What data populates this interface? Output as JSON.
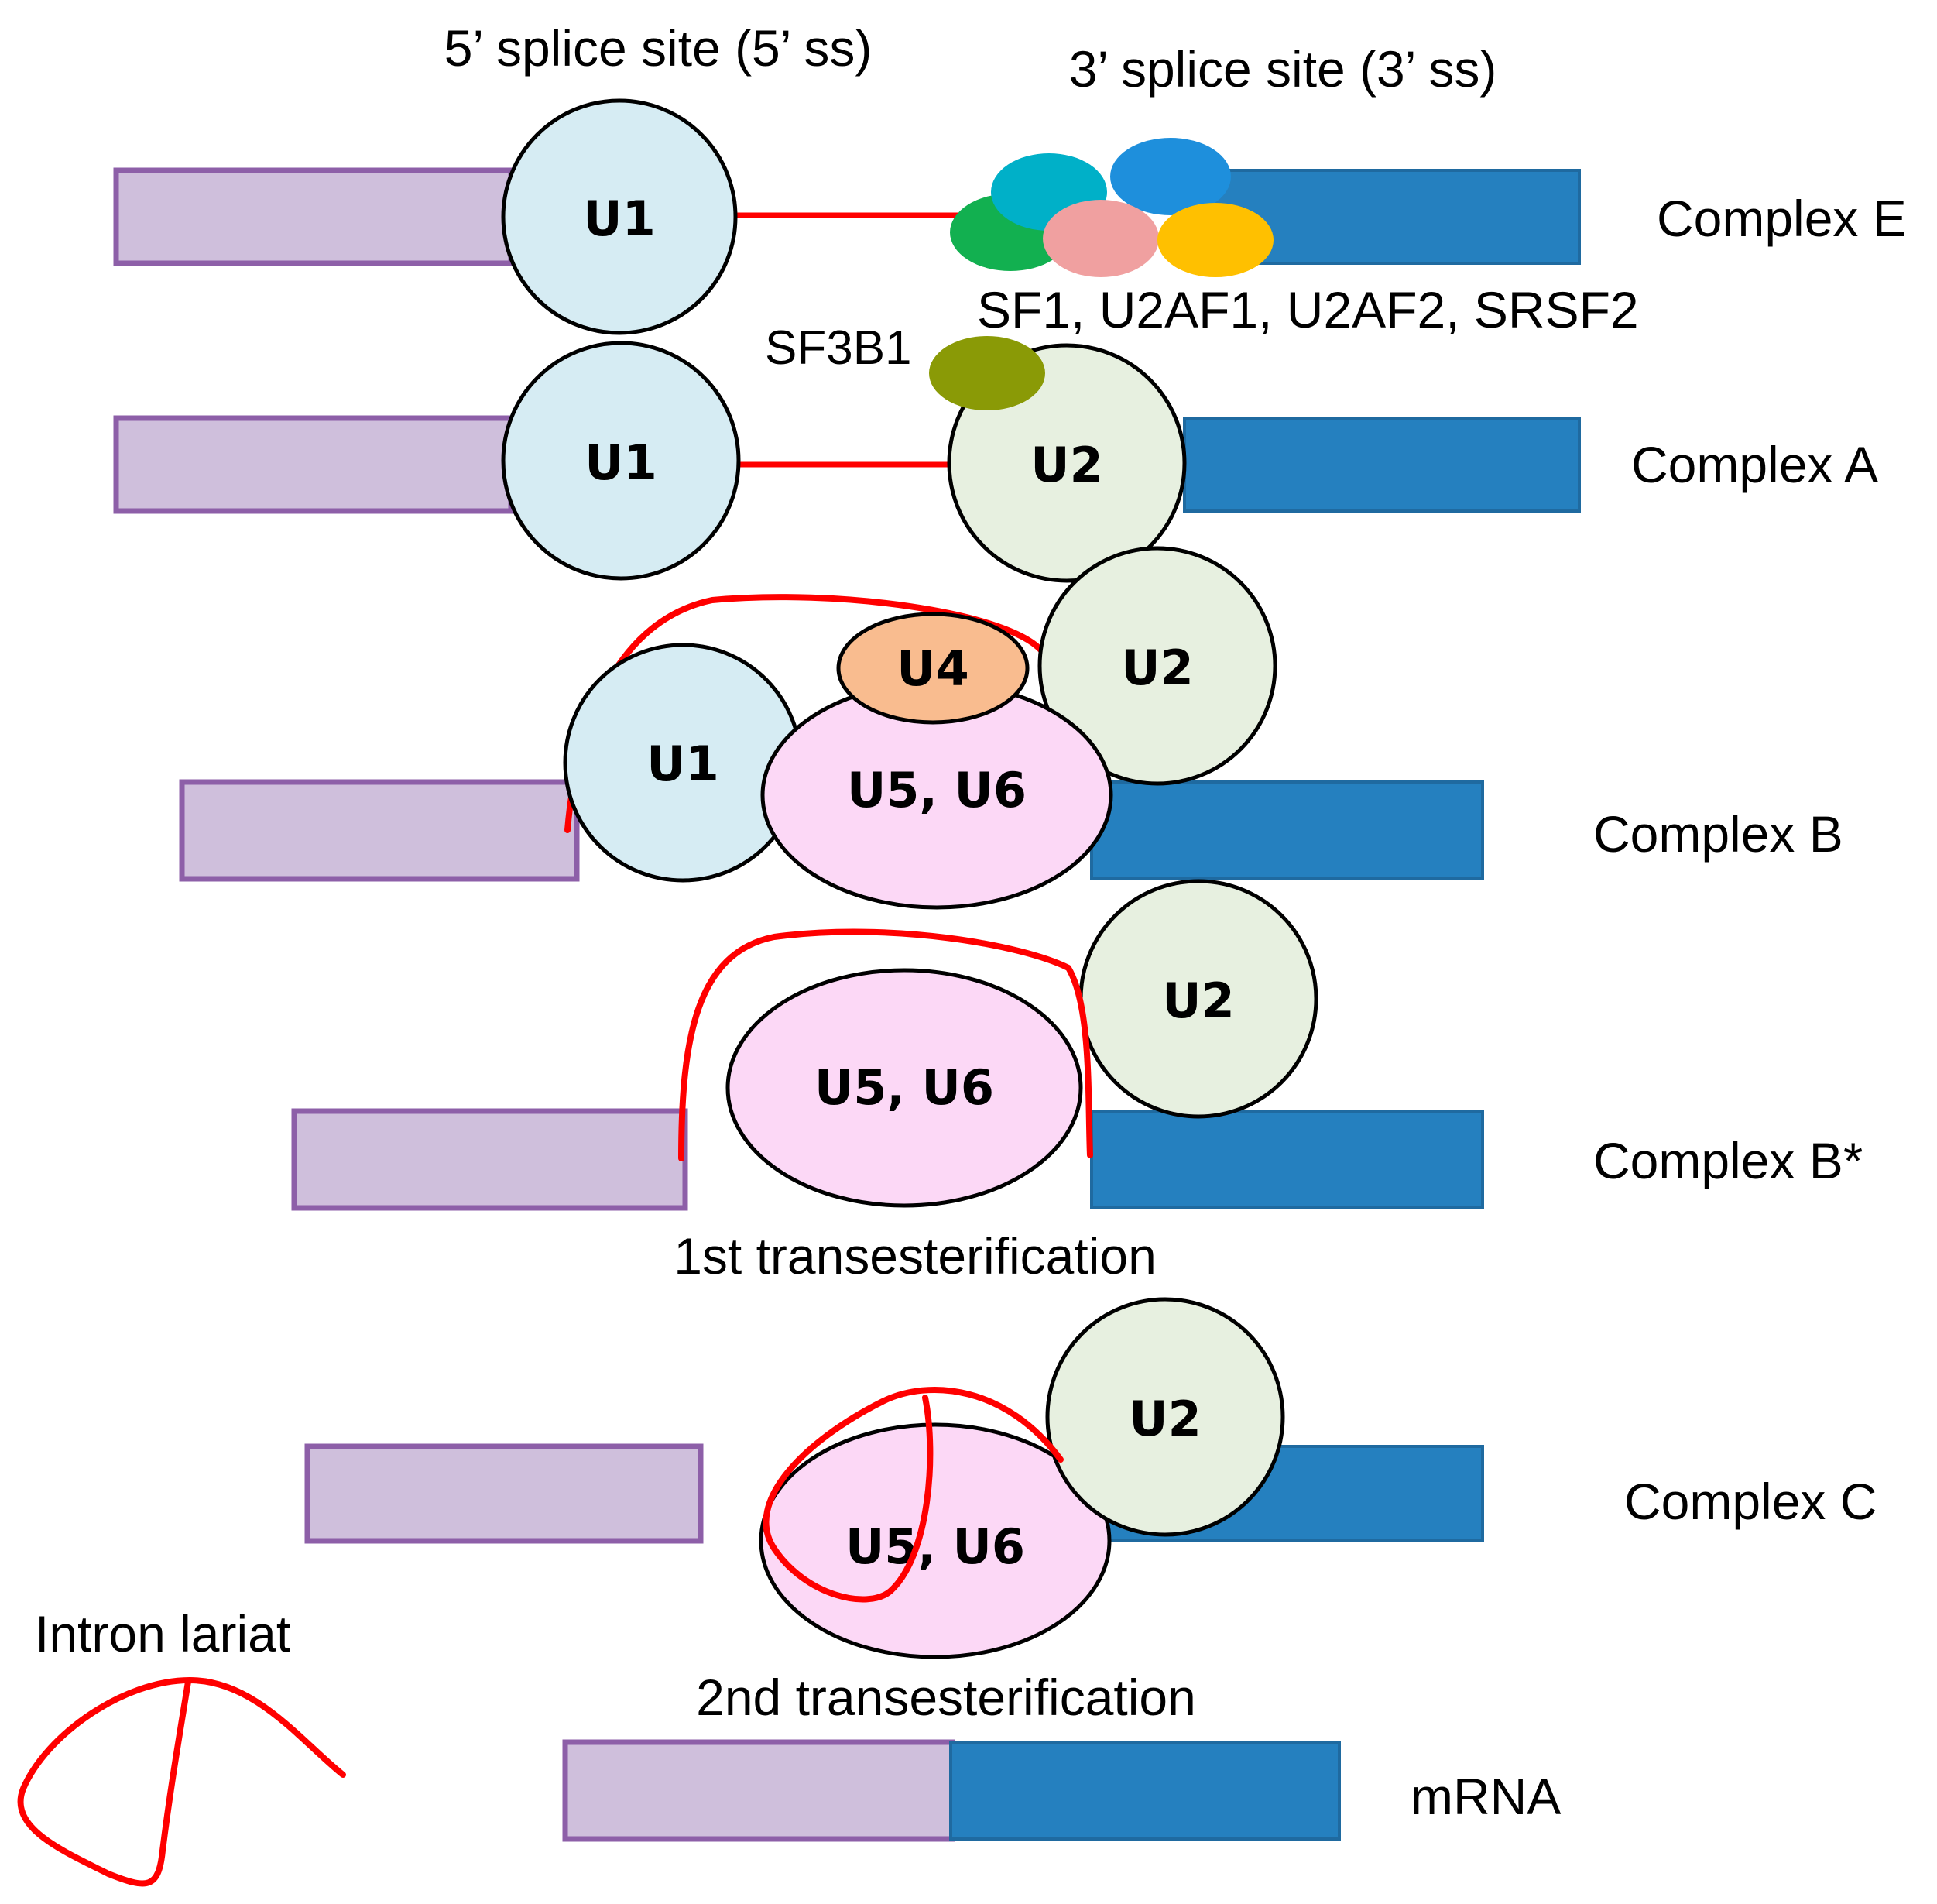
{
  "colors": {
    "exon5_fill": "#cfbfdc",
    "exon5_stroke": "#8d5fa8",
    "exon3_fill": "#2580bf",
    "exon3_stroke": "#1f6aa0",
    "intron": "#ff0000",
    "u1_fill": "#d6ecf3",
    "u2_fill": "#e7f0e0",
    "u4_fill": "#f9bc8f",
    "u56_fill": "#fcd8f6",
    "sf3b1": "#8a9a06",
    "factor_cyan": "#00b0c8",
    "factor_blue": "#1e8fdc",
    "factor_green": "#12b050",
    "factor_pink": "#f0a0a0",
    "factor_yellow": "#ffc000"
  },
  "header": {
    "five_prime_ss": "5’ splice site (5’ ss)",
    "three_prime_ss": "3’ splice site (3’ ss)"
  },
  "complexes": {
    "E": "Complex E",
    "A": "Complex A",
    "B": "Complex B",
    "Bstar": "Complex B*",
    "C": "Complex C",
    "mrna": "mRNA"
  },
  "factors": {
    "e_factors": "SF1, U2AF1, U2AF2, SRSF2",
    "sf3b1": "SF3B1"
  },
  "snrnps": {
    "u1": "U1",
    "u2": "U2",
    "u4": "U4",
    "u56": "U5, U6"
  },
  "steps": {
    "first": "1st transesterification",
    "second": "2nd transesterification"
  },
  "legend": {
    "intron_lariat": "Intron lariat"
  }
}
